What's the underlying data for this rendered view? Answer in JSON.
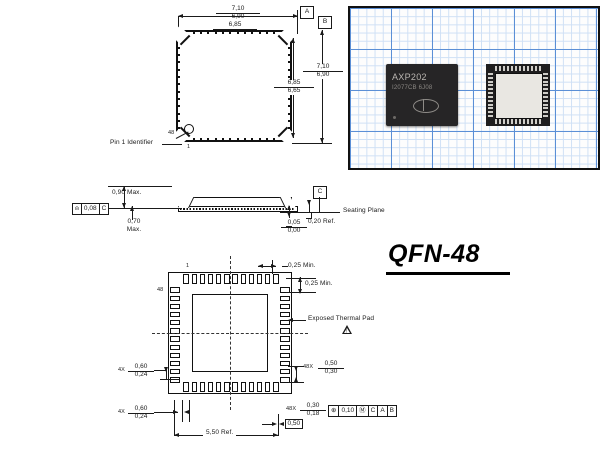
{
  "drawing": {
    "title": "QFN-48",
    "package_type": "QFN",
    "pin_count": 48
  },
  "top_view": {
    "name": "top-view",
    "dim_width_outer": {
      "max": "7,10",
      "min": "6,90"
    },
    "dim_width_body": {
      "max": "6,85",
      "min": "6,65"
    },
    "dim_height_body": {
      "max": "6,85",
      "min": "6,65"
    },
    "dim_height_outer": {
      "max": "7,10",
      "min": "6,90"
    },
    "pin1_note": "Pin 1 Identifier",
    "pin_label_first": "1",
    "pin_label_last": "48",
    "datum_a": "A",
    "datum_b": "B"
  },
  "side_view": {
    "name": "side-view",
    "height_max": "0,90  Max.",
    "standoff_max": "0,70",
    "standoff_max_2": "Max.",
    "flatness": {
      "symbol": "flatness",
      "value": "0,08",
      "datum": "C"
    },
    "seating_plane": "Seating Plane",
    "lead_ref": "0,20  Ref.",
    "standoff": {
      "max": "0,05",
      "min": "0,00"
    },
    "datum_c": "C"
  },
  "bottom_view": {
    "name": "bottom-view",
    "pin_label_first": "1",
    "pin_label_last": "48",
    "exposed_pad_note": "Exposed Thermal Pad",
    "corner_min_1": "0,25  Min.",
    "corner_min_2": "0,25  Min.",
    "lead_len": {
      "count": "4X",
      "max": "0,60",
      "min": "0,24"
    },
    "lead_len_2": {
      "count": "4X",
      "max": "0,60",
      "min": "0,24"
    },
    "pad_len": {
      "count": "48X",
      "max": "0,50",
      "min": "0,30"
    },
    "pad_wid": {
      "count": "48X",
      "max": "0,30",
      "min": "0,18"
    },
    "position_tol": {
      "symbol": "position",
      "value": "0,10",
      "modifier": "M",
      "datums": [
        "C",
        "A",
        "B"
      ]
    },
    "pitch_basic": "0,50",
    "pad_ref": "5,50  Ref."
  },
  "photo": {
    "name": "chip-photo",
    "chip_top_mark_line1": "AXP202",
    "chip_top_mark_line2": "I2077CB 6J08",
    "background": "graph-paper"
  },
  "colors": {
    "line": "#1a1a1a",
    "grid_minor": "#cfe0f5",
    "grid_major": "#5b8fd6",
    "chip_body": "#262526"
  }
}
